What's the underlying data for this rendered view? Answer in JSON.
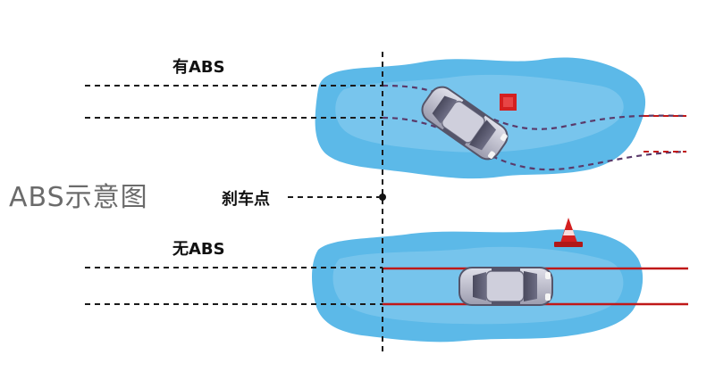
{
  "title": "ABS示意图",
  "labels": {
    "with_abs": "有ABS",
    "without_abs": "无ABS",
    "braking_point": "刹车点"
  },
  "colors": {
    "ice": "#4fb3e6",
    "ice_light": "#9ad6f3",
    "dashed_guide": "#1a1a1a",
    "abs_path": "#5a3a6a",
    "no_abs_path": "#c01818",
    "marker": "#d42020",
    "car_body": "#b8b8c6"
  },
  "icons": [
    "car-icon",
    "traffic-cone-icon",
    "obstacle-box-icon"
  ]
}
